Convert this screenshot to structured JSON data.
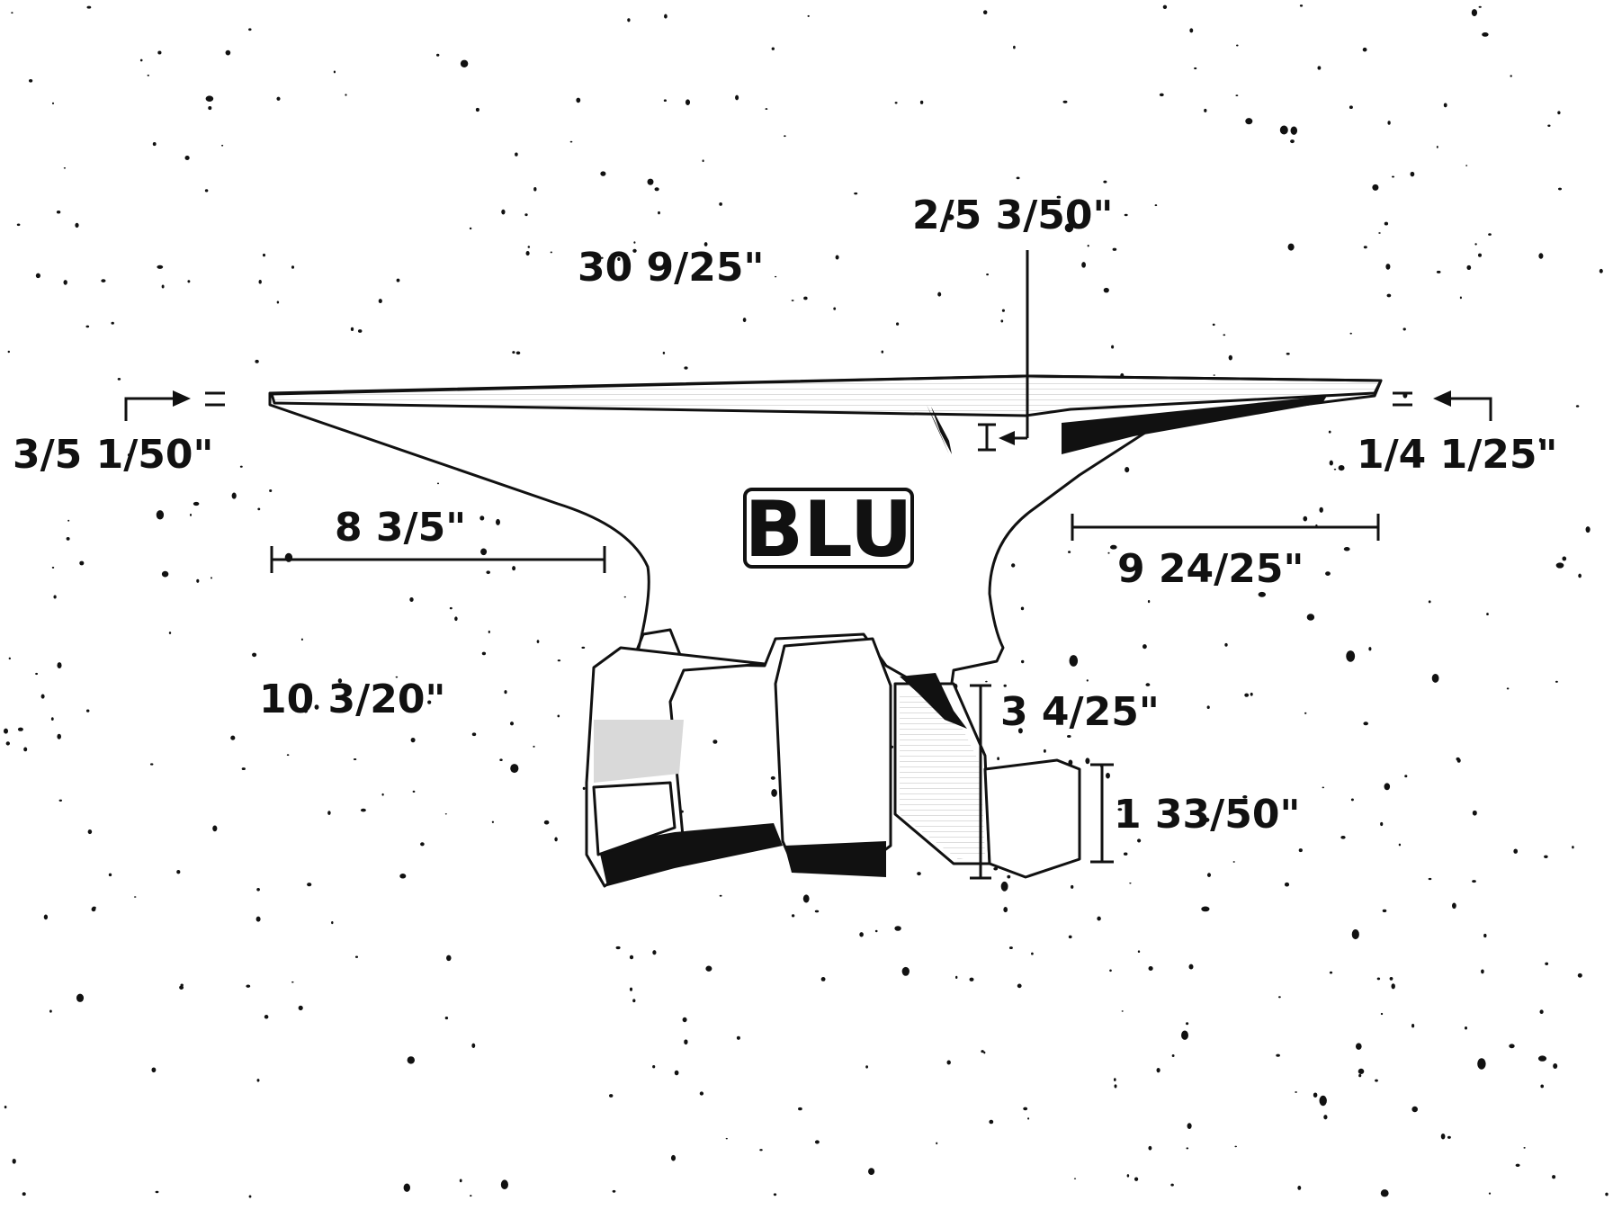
{
  "colors": {
    "ink": "#111111",
    "paper": "#ffffff",
    "shade": "#d9d9d9"
  },
  "logo": {
    "text": "BLU"
  },
  "dimensions": {
    "overall_length": "30 9/25\"",
    "face_step": "2/5 3/50\"",
    "horn_tip": "3/5 1/50\"",
    "heel_tip": "1/4 1/25\"",
    "horn_length": "8 3/5\"",
    "heel_length": "9 24/25\"",
    "waist_height": "10 3/20\"",
    "front_foot_height": "3 4/25\"",
    "rear_foot_height": "1 33/50\""
  }
}
